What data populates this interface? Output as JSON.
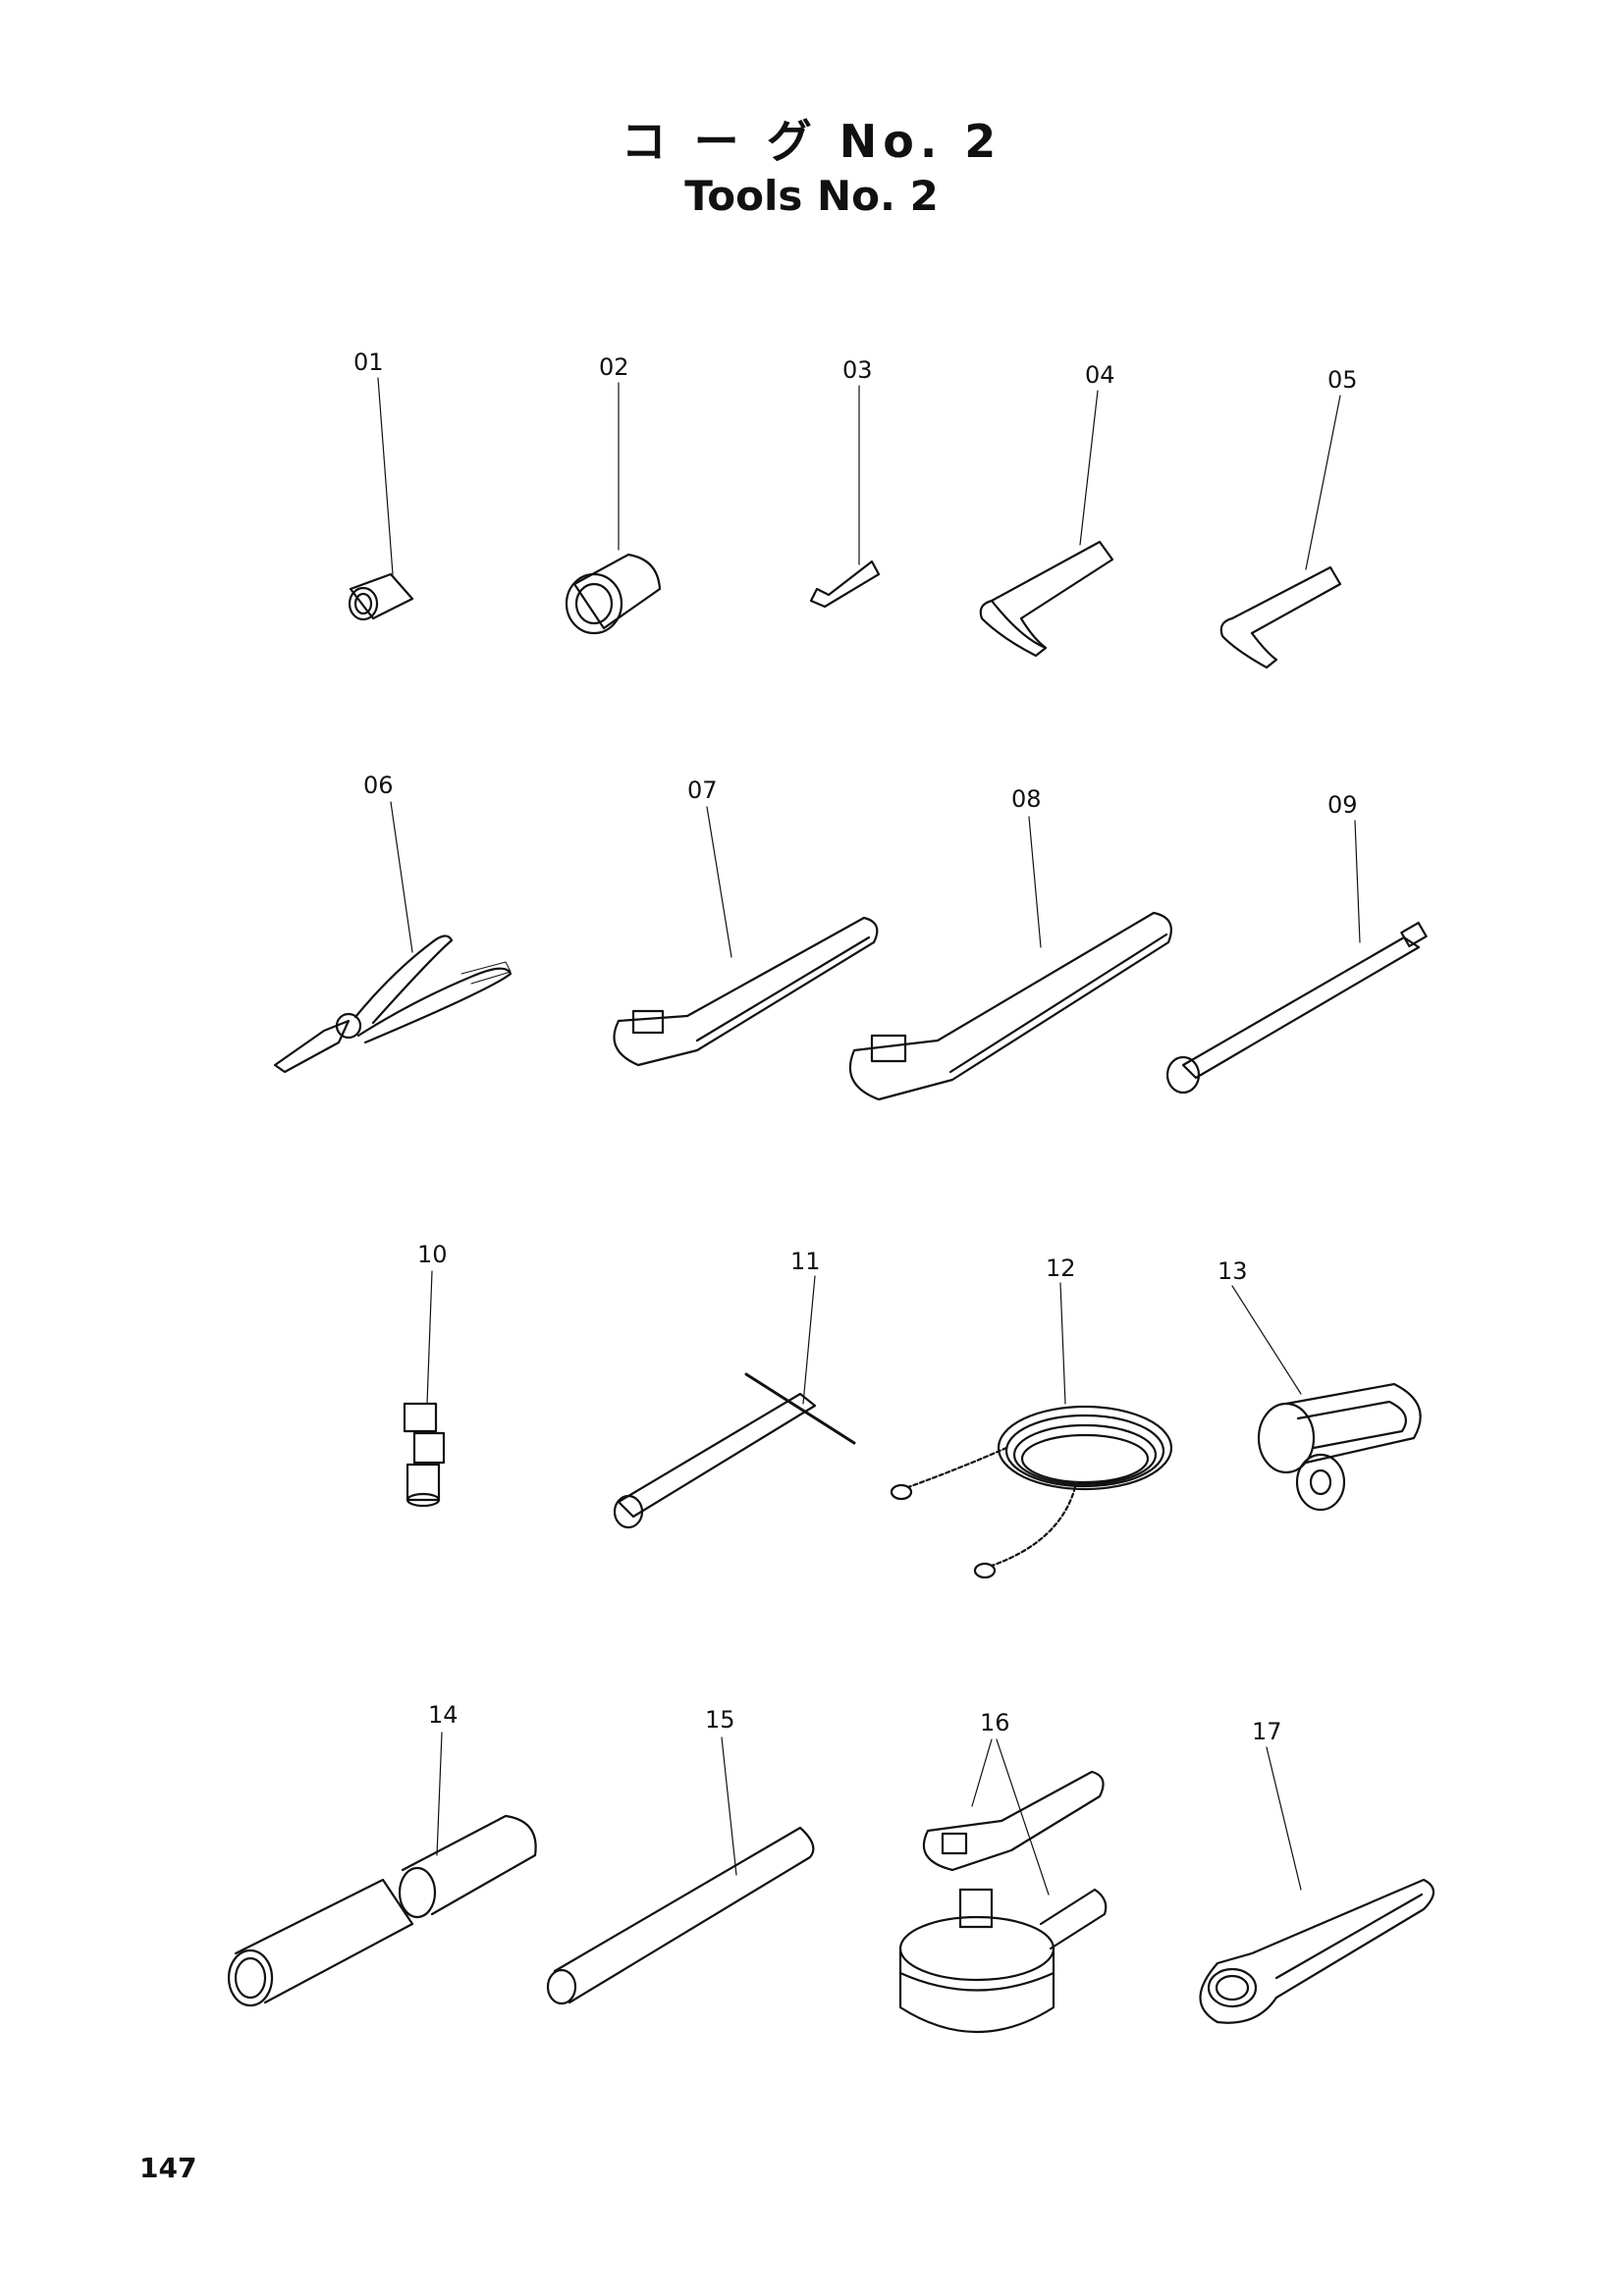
{
  "title": {
    "jp": "コ ー グ No. 2",
    "en": "Tools No. 2"
  },
  "parts": [
    "01",
    "02",
    "03",
    "04",
    "05",
    "06",
    "07",
    "08",
    "09",
    "10",
    "11",
    "12",
    "13",
    "14",
    "15",
    "16",
    "17"
  ],
  "page_number": "147",
  "colors": {
    "ink": "#111111",
    "paper": "#ffffff"
  }
}
